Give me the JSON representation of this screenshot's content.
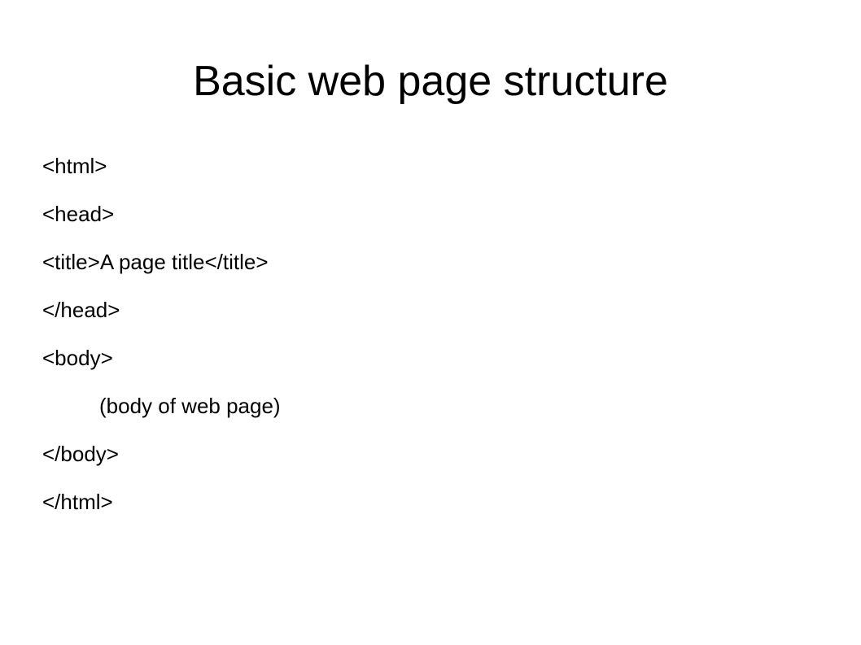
{
  "slide": {
    "title": "Basic web page structure",
    "lines": [
      "<html>",
      "<head>",
      "<title>A page title</title>",
      "</head>",
      "<body>",
      "(body of web page)",
      "</body>",
      "</html>"
    ]
  }
}
